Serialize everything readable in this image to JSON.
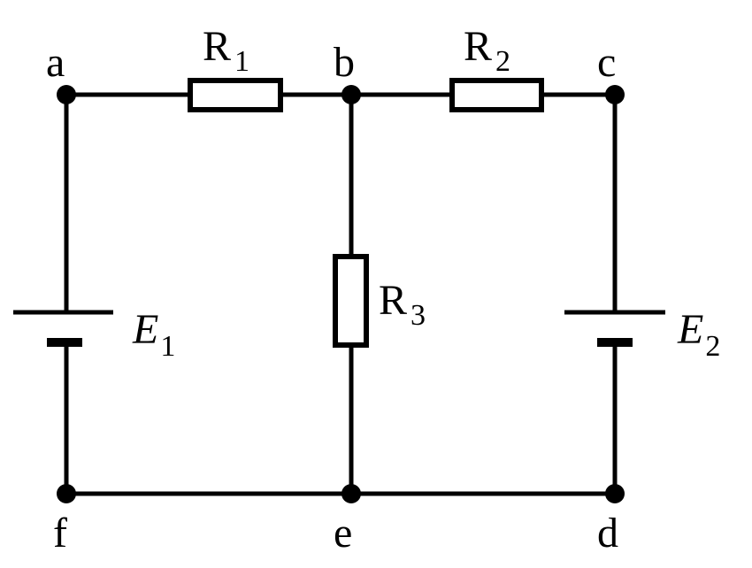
{
  "nodes": {
    "a": "a",
    "b": "b",
    "c": "c",
    "d": "d",
    "e": "e",
    "f": "f"
  },
  "components": {
    "r1": {
      "letter": "R",
      "sub": "1"
    },
    "r2": {
      "letter": "R",
      "sub": "2"
    },
    "r3": {
      "letter": "R",
      "sub": "3"
    },
    "e1": {
      "letter": "E",
      "sub": "1"
    },
    "e2": {
      "letter": "E",
      "sub": "2"
    }
  },
  "colors": {
    "line": "#000000",
    "background": "#ffffff"
  }
}
